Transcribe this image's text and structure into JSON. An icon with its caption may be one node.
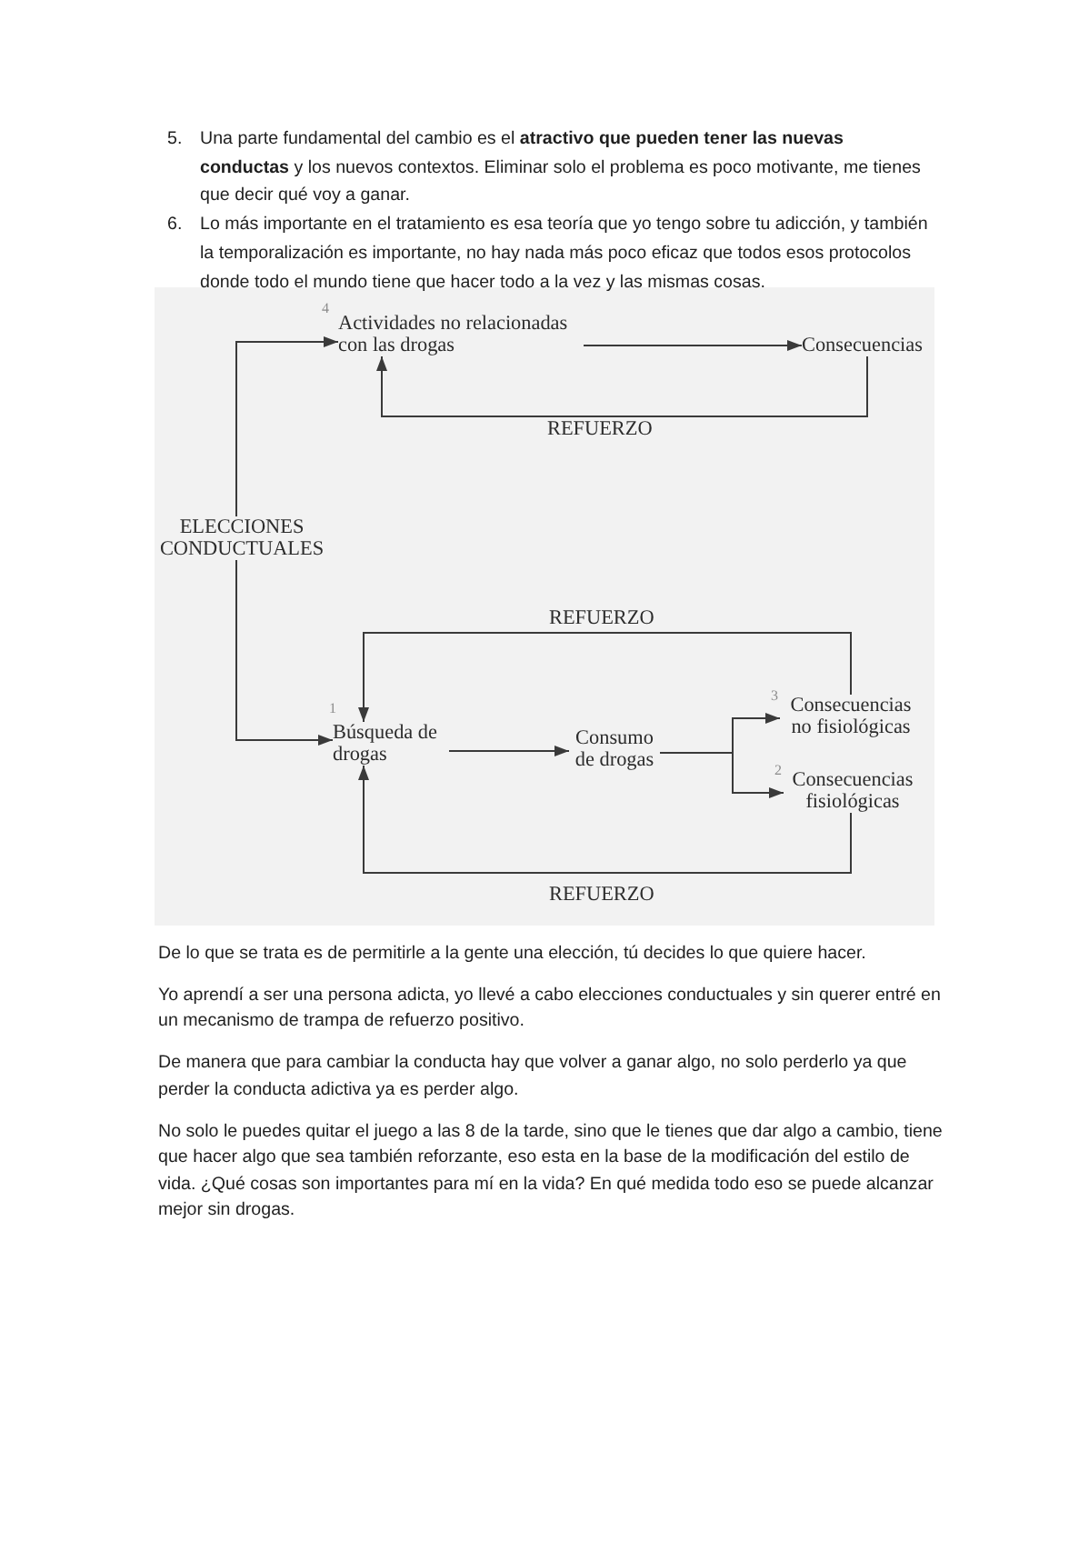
{
  "diagram": {
    "nodes": [
      {
        "text": [
          "ELECCIONES CONDUCTUALES"
        ]
      },
      {
        "text": [
          "Actividades no relacionadas con las drogas"
        ],
        "beside": [
          "4"
        ]
      },
      {
        "text": [
          "Consecuencias"
        ]
      },
      {
        "text": [
          "Búsqueda de drogas"
        ],
        "beside": [
          "1"
        ]
      },
      {
        "text": [
          "Consumo de drogas"
        ]
      },
      {
        "text": [
          "Consecuencias no fisiológicas"
        ],
        "beside": [
          "3"
        ]
      },
      {
        "text": [
          "Consecuencias fisiológicas"
        ],
        "beside": [
          "2"
        ]
      }
    ],
    "edges": [
      {
        "from": 0,
        "to": 1,
        "arrow": "to"
      },
      {
        "from": 1,
        "to": 2,
        "arrow": "to"
      },
      {
        "from": 2,
        "to": 1,
        "arrow": "to",
        "label": "REFUERZO"
      },
      {
        "from": 0,
        "to": 3,
        "arrow": "to"
      },
      {
        "from": 5,
        "to": 3,
        "arrow": "to",
        "label": "REFUERZO"
      },
      {
        "from": 3,
        "to": 4,
        "arrow": "to"
      },
      {
        "from": 4,
        "to": 5,
        "arrow": "to"
      },
      {
        "from": 4,
        "to": 6,
        "arrow": "to"
      },
      {
        "from": 6,
        "to": 3,
        "arrow": "to",
        "label": "REFUERZO"
      }
    ],
    "labels": [
      "5.",
      "Una parte fundamental del cambio es el **atractivo que pueden tener las nuevas conductas** y los nuevos contextos. Eliminar solo el problema es poco motivante, me tienes que decir qué voy a ganar.",
      "6.",
      "Lo más importante en el tratamiento es esa teoría que yo tengo sobre tu adicción, y también la temporalización es importante, no hay nada más poco eficaz que todos esos protocolos donde todo el mundo tiene que hacer todo a la vez y las mismas cosas.",
      "De lo que se trata es de permitirle a la gente una elección, tú decides lo que quiere hacer.",
      "Yo aprendí a ser una persona adicta, yo llevé a cabo elecciones conductuales y sin querer entré en un mecanismo de trampa de refuerzo positivo.",
      "De manera que para cambiar la conducta hay que volver a ganar algo, no solo perderlo ya que perder la conducta adictiva ya es perder algo.",
      "No solo le puedes quitar el juego a las 8 de la tarde, sino que le tienes que dar algo a cambio, tiene que hacer algo que sea también reforzante, eso esta en la base de la modificación del estilo de vida. ¿Qué cosas son importantes para mí en la vida? En qué medida todo eso se puede alcanzar mejor sin drogas."
    ]
  }
}
